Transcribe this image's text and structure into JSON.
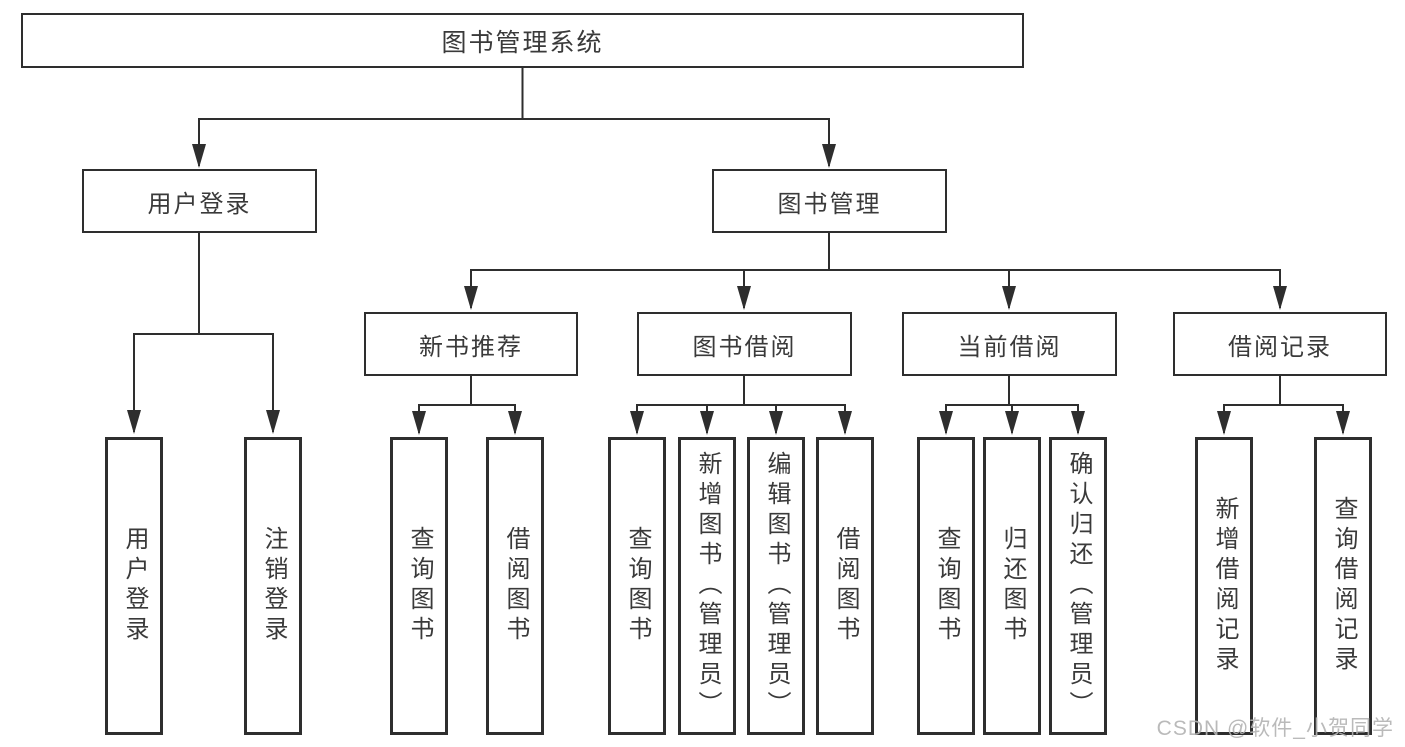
{
  "diagram": {
    "root": {
      "label": "图书管理系统"
    },
    "branches": {
      "user_login": {
        "label": "用户登录",
        "children": {
          "login": "用户登录",
          "logout": "注销登录"
        }
      },
      "book_mgmt": {
        "label": "图书管理",
        "children": {
          "new_book_rec": {
            "label": "新书推荐",
            "children": {
              "query": "查询图书",
              "borrow": "借阅图书"
            }
          },
          "book_borrow": {
            "label": "图书借阅",
            "children": {
              "query": "查询图书",
              "add": "新增图书（管理员）",
              "edit": "编辑图书（管理员）",
              "borrow": "借阅图书"
            }
          },
          "current_borrow": {
            "label": "当前借阅",
            "children": {
              "query": "查询图书",
              "return": "归还图书",
              "confirm": "确认归还（管理员）"
            }
          },
          "borrow_record": {
            "label": "借阅记录",
            "children": {
              "add": "新增借阅记录",
              "query": "查询借阅记录"
            }
          }
        }
      }
    }
  },
  "watermark": {
    "text": "CSDN @软件_小贺同学"
  },
  "colors": {
    "line": "#2e2e2e",
    "text": "#3a3a3a",
    "background": "#ffffff",
    "watermark": "#b3b3b3"
  }
}
